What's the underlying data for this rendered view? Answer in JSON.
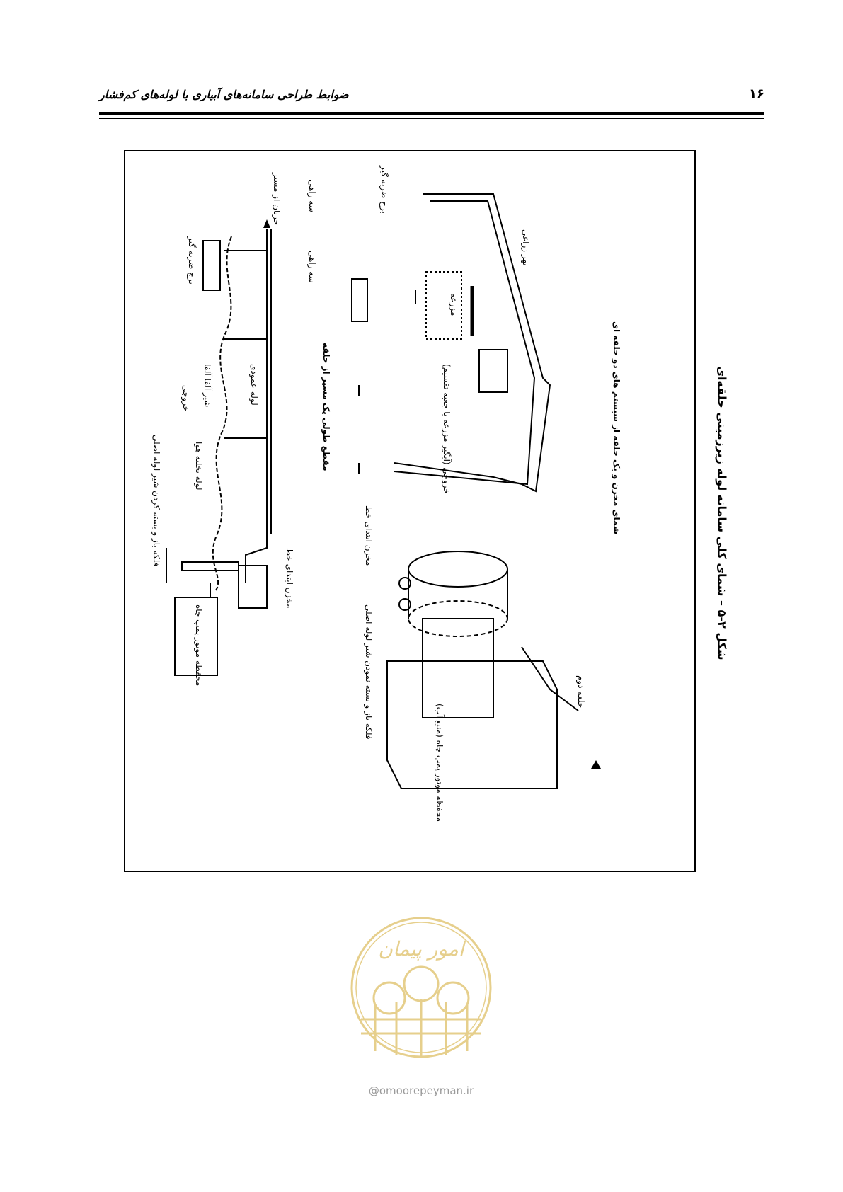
{
  "header": {
    "title": "ضوابط طراحی سامانه‌های آبیاری با لوله‌های کم‌فشار",
    "page_number": "۱۶"
  },
  "figure": {
    "caption": "شکل ۲-۵ – شمای کلی سامانه لوله زیرزمینی حلقه‌ای",
    "section_title_long": "مقطع طولی یک مسیر از حلقه",
    "section_title_overview": "شمای مخزن و یک حلقه از سیستم های دو حلقه ای",
    "labels": {
      "flow_from_path": "جریان از مسیر",
      "tee_1": "سه راهی",
      "tee_2": "سه راهی",
      "surge_tower_top": "برج ضربه گیر",
      "outlets": "خروجی",
      "alfalfa_valve": "شیر آلفا آلفا",
      "riser_pipe": "لوله عمودی",
      "air_release_pipe": "لوله تخلیه هوا",
      "main_valve_open_close": "فلکه باز و بسته کردن شیر لوله اصلی",
      "start_tank_small": "مخزن ابتدای خط",
      "pump_enclosure_small": "محفظه موتور پمپ چاه",
      "surge_tower_bottom": "برج ضربه گیر",
      "farm_stream": "نهر زراعی",
      "farm_plot": "مزرعه",
      "outlet_box": "خروجی (آبگیر مزرعه یا جعبه تقسیم)",
      "start_tank": "مخزن ابتدای خط",
      "main_valve_wheel": "فلکه باز و بسته نمودن شیر لوله اصلی",
      "pump_enclosure": "محفظه موتور پمپ چاه (منبع آب)",
      "second_loop": "حلقه دوم"
    }
  },
  "logo": {
    "text": "امور پیمان",
    "website": "@omoorepeyman.ir",
    "color": "#e6cf8c"
  }
}
